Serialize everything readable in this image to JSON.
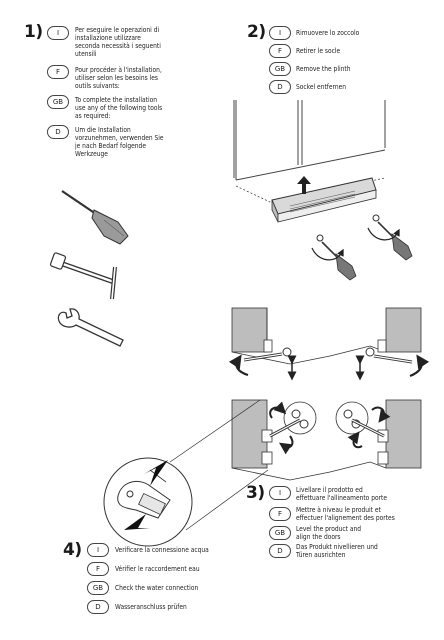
{
  "step1": {
    "number": "1)",
    "items": [
      {
        "lang": "I",
        "text": "Per eseguire le operazioni di\ninstallazione utilizzare\nseconda necessità i seguenti\nutensili"
      },
      {
        "lang": "F",
        "text": "Pour procéder à l'installation,\nutiliser selon les besoins les\noutils suivants:"
      },
      {
        "lang": "GB",
        "text": "To complete the installation\nuse any of the following tools\nas required:"
      },
      {
        "lang": "D",
        "text": "Um die Installation\nvorzunehmen, verwenden Sie\nje nach Bedarf folgende\nWerkzeuge"
      }
    ]
  },
  "step2": {
    "number": "2)",
    "items": [
      {
        "lang": "I",
        "text": "Rimuovere lo zoccolo"
      },
      {
        "lang": "F",
        "text": "Retirer le socle"
      },
      {
        "lang": "GB",
        "text": "Remove the plinth"
      },
      {
        "lang": "D",
        "text": "Sockel entfernen"
      }
    ]
  },
  "step3": {
    "number": "3)",
    "items": [
      {
        "lang": "I",
        "text": "Livellare il prodotto ed\neffettuare l'allineamento porte"
      },
      {
        "lang": "F",
        "text": "Mettre à niveau le produit et\neffectuer l'alignement des portes"
      },
      {
        "lang": "GB",
        "text": "Level the product and\nalign the doors"
      },
      {
        "lang": "D",
        "text": "Das Produkt nivellieren und\nTüren ausrichten"
      }
    ]
  },
  "step4": {
    "number": "4)",
    "items": [
      {
        "lang": "I",
        "text": "Verificare la connessione acqua"
      },
      {
        "lang": "F",
        "text": "Vérifier le raccordement eau"
      },
      {
        "lang": "GB",
        "text": "Check the water connection"
      },
      {
        "lang": "D",
        "text": "Wasseranschluss prüfen"
      }
    ]
  }
}
